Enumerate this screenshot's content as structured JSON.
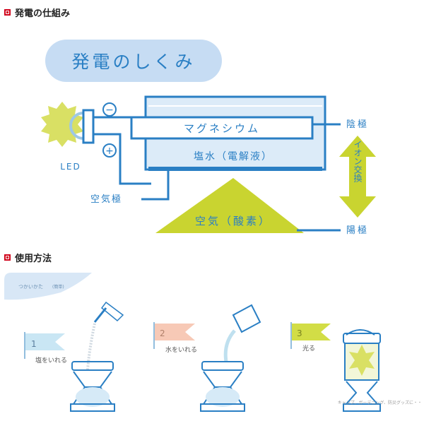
{
  "section1_title": "発電の仕組み",
  "section2_title": "使用方法",
  "diagram": {
    "banner": "発電のしくみ",
    "led": "LED",
    "minus": "−",
    "plus": "+",
    "magnesium": "マグネシウム",
    "electrolyte": "塩水（電解液）",
    "cathode_label": "陰極",
    "anode_label": "陽極",
    "air_electrode": "空気極",
    "ion_exchange": "イオン交換",
    "air_oxygen": "空気（酸素）"
  },
  "usage": {
    "tag": "つかいかた",
    "tag_sub": "(簡単)",
    "steps": [
      {
        "num": "1",
        "label": "塩をいれる"
      },
      {
        "num": "2",
        "label": "水をいれる"
      },
      {
        "num": "3",
        "label": "光る"
      }
    ],
    "caption": "キャンプ、ガーデニング、防災グッズに・・"
  },
  "colors": {
    "line_blue": "#2a7fc4",
    "banner_bg": "#c6dcf3",
    "water": "#dcebf8",
    "triangle": "#c9d430",
    "sun": "#d9e064",
    "flag1": "#c9e6f4",
    "flag2": "#f7c9b6",
    "flag3": "#d2dd46",
    "red": "#d0021b"
  }
}
